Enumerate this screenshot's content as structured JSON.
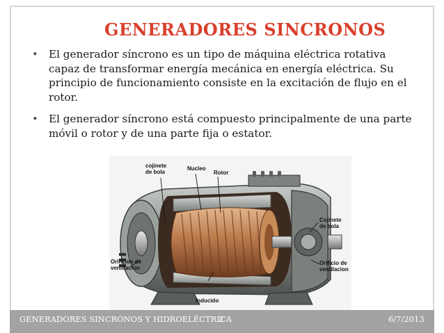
{
  "slide": {
    "title": "GENERADORES SINCRONOS",
    "bullets": [
      "El generador síncrono es un tipo de máquina eléctrica rotativa capaz de transformar energía mecánica en energía eléctrica. Su principio de funcionamiento consiste en la excitación de flujo en el rotor.",
      "El generador síncrono está compuesto principalmente de una parte móvil o rotor y de una parte fija o estator."
    ],
    "bullet_marker": "•"
  },
  "figure": {
    "labels": {
      "cojinete_bola_top": "cojinete de bola",
      "nucleo": "Nucleo",
      "rotor": "Rotor",
      "cojinete_bola_right": "Cojinete de bola",
      "orificio_right": "Orificio de ventilacion",
      "orificios_left": "Orificios de ventilacion",
      "inducido": "Inducido"
    }
  },
  "footer": {
    "left": "GENERADORES SINCRONOS Y HIDROELÉCTRICA",
    "page": "2",
    "date": "6/7/2013"
  },
  "colors": {
    "title": "#d9402c",
    "footer_bar": "#a3a3a3",
    "copper": "#b9784a",
    "housing": "#8a8f8c"
  }
}
